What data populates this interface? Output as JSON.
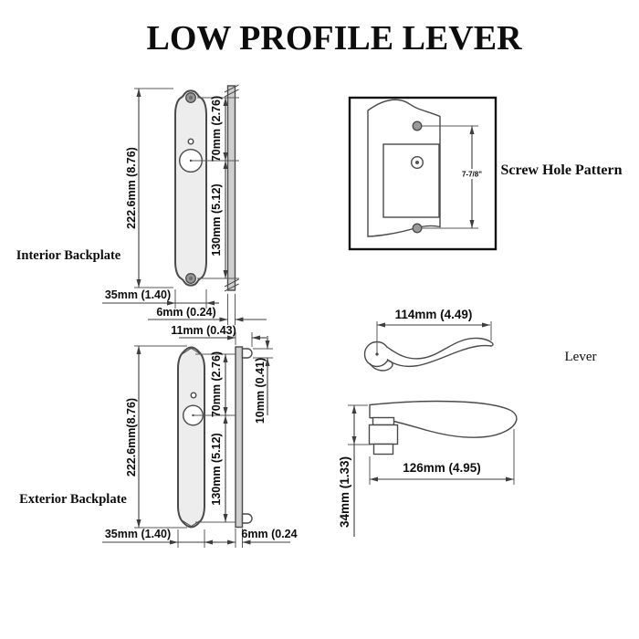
{
  "title": "LOW PROFILE LEVER",
  "interior_backplate": {
    "label": "Interior Backplate",
    "height": "222.6mm (8.76)",
    "width": "35mm (1.40)",
    "thickness": "6mm (0.24)",
    "top_to_cylinder": "70mm (2.76)",
    "cylinder_to_bottom": "130mm (5.12)"
  },
  "screw_hole_pattern": {
    "label": "Screw Hole Pattern",
    "screw_spacing": "7-7/8\""
  },
  "exterior_backplate": {
    "label": "Exterior Backplate",
    "height": "222.6mm(8.76)",
    "width": "35mm (1.40)",
    "thickness": "6mm (0.24",
    "hub_offset": "11mm (0.43)",
    "post_height": "10mm (0.41)",
    "top_to_cylinder": "70mm (2.76)",
    "cylinder_to_bottom": "130mm (5.12)"
  },
  "lever": {
    "label": "Lever",
    "top_length": "114mm (4.49)",
    "side_length": "126mm (4.95)",
    "height": "34mm (1.33)"
  }
}
